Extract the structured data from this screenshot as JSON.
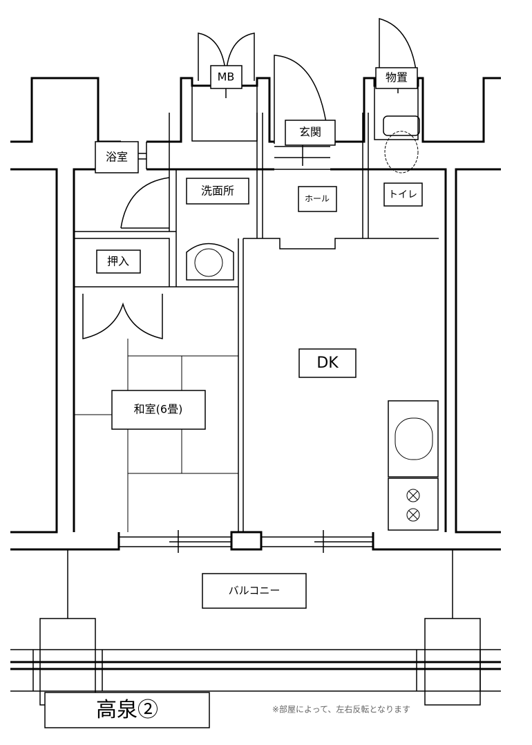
{
  "rooms": {
    "mb": "MB",
    "storage": "物置",
    "entrance": "玄関",
    "bath": "浴室",
    "washroom": "洗面所",
    "hall": "ホール",
    "toilet": "トイレ",
    "closet": "押入",
    "dk": "DK",
    "washitsu": "和室(6畳)",
    "balcony": "バルコニー"
  },
  "title": "高泉②",
  "note": "※部屋によって、左右反転となります"
}
